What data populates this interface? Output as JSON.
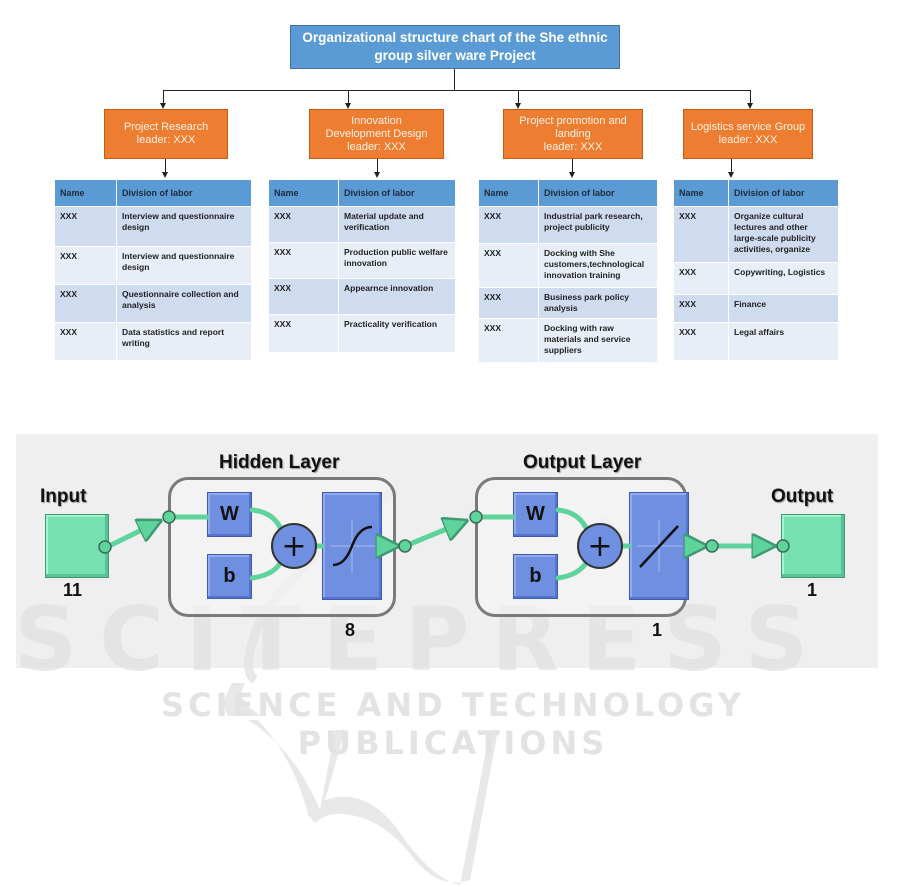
{
  "org_chart": {
    "title": "Organizational structure chart of the She ethnic group silver ware Project",
    "groups": [
      {
        "name": "Project Research\nleader: XXX",
        "table": {
          "headers": [
            "Name",
            "Division of labor"
          ],
          "rows": [
            [
              "XXX",
              "Interview and questionnaire design"
            ],
            [
              "XXX",
              "Interview and questionnaire design"
            ],
            [
              "XXX",
              "Questionnaire collection and analysis"
            ],
            [
              "XXX",
              "Data statistics and report writing"
            ]
          ]
        }
      },
      {
        "name": "Innovation\nDevelopment Design\nleader: XXX",
        "table": {
          "headers": [
            "Name",
            "Division of labor"
          ],
          "rows": [
            [
              "XXX",
              "Material update and verification"
            ],
            [
              "XXX",
              "Production public welfare innovation"
            ],
            [
              "XXX",
              "Appearnce innovation"
            ],
            [
              "XXX",
              "Practicality verification"
            ]
          ]
        }
      },
      {
        "name": "Project promotion and\nlanding\nleader: XXX",
        "table": {
          "headers": [
            "Name",
            "Division of labor"
          ],
          "rows": [
            [
              "XXX",
              "Industrial park research, project publicity"
            ],
            [
              "XXX",
              "Docking with She customers,technological innovation training"
            ],
            [
              "XXX",
              "Business park policy analysis"
            ],
            [
              "XXX",
              "Docking with raw materials and service suppliers"
            ]
          ]
        }
      },
      {
        "name": "Logistics service Group\nleader: XXX",
        "table": {
          "headers": [
            "Name",
            "Division of labor"
          ],
          "rows": [
            [
              "XXX",
              "Organize cultural lectures and other large-scale publicity activities, organize"
            ],
            [
              "XXX",
              "Copywriting, Logistics"
            ],
            [
              "XXX",
              "Finance"
            ],
            [
              "XXX",
              "Legal affairs"
            ]
          ]
        }
      }
    ],
    "colors": {
      "title_fill": "#5b9bd5",
      "group_fill": "#ed7d31",
      "header_fill": "#5b9bd5",
      "row_dark": "#cfdbee",
      "row_light": "#e8eef7"
    }
  },
  "neural_network": {
    "input": {
      "label": "Input",
      "size": "11"
    },
    "hidden_layer": {
      "label": "Hidden Layer",
      "size": "8",
      "weight": "W",
      "bias": "b",
      "sum_symbol": "+",
      "transfer": "sigmoid-icon"
    },
    "output_layer": {
      "label": "Output Layer",
      "size": "1",
      "weight": "W",
      "bias": "b",
      "sum_symbol": "+",
      "transfer": "linear-icon"
    },
    "output": {
      "label": "Output",
      "size": "1"
    },
    "colors": {
      "io_fill": "#76e0b0",
      "block_fill": "#6f8fe0",
      "connector": "#5fd39c",
      "panel": "#efefef"
    }
  },
  "watermark": {
    "text": "SCIENCE AND TECHNOLOGY PUBLICATIONS",
    "logo": "scitepress-logo"
  }
}
